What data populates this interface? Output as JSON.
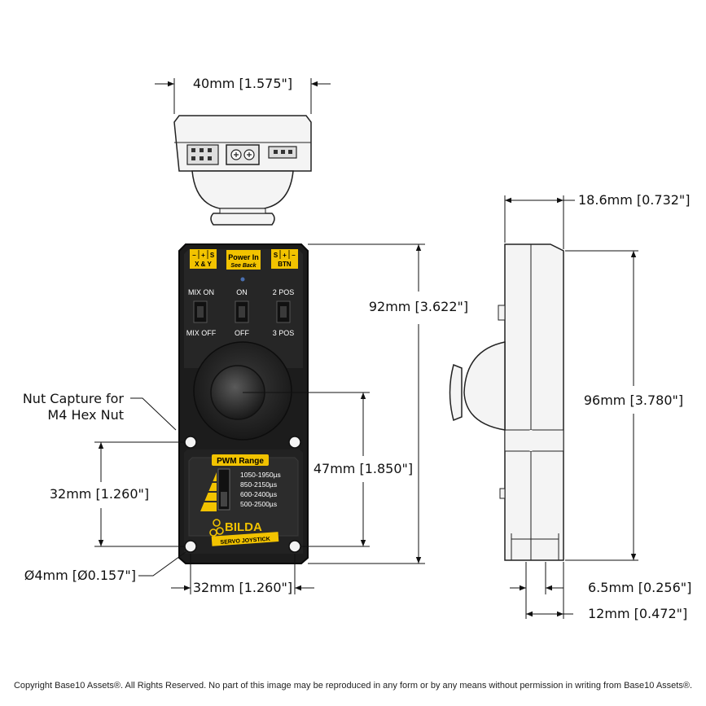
{
  "dimensions": {
    "width_top": "40mm [1.575\"]",
    "depth_side": "18.6mm [0.732\"]",
    "height_front": "92mm [3.622\"]",
    "height_side": "96mm [3.780\"]",
    "joystick_center": "47mm [1.850\"]",
    "hole_spacing_v": "32mm [1.260\"]",
    "hole_spacing_h": "32mm [1.260\"]",
    "hole_diameter": "Ø4mm [Ø0.157\"]",
    "side_small": "6.5mm [0.256\"]",
    "side_base": "12mm [0.472\"]"
  },
  "callout": {
    "line1": "Nut Capture for",
    "line2": "M4 Hex Nut"
  },
  "labels": {
    "xy_pins": [
      "–",
      "+",
      "S"
    ],
    "xy_label": "X & Y",
    "power_title": "Power In",
    "power_sub": "See Back",
    "btn_pins": [
      "S",
      "+",
      "–"
    ],
    "btn_label": "BTN",
    "switch1_top": "MIX ON",
    "switch1_bottom": "MIX OFF",
    "switch2_top": "ON",
    "switch2_bottom": "OFF",
    "switch3_top": "2 POS",
    "switch3_bottom": "3 POS",
    "pwm_title": "PWM Range",
    "pwm_ranges": [
      "1050-1950µs",
      "850-2150µs",
      "600-2400µs",
      "500-2500µs"
    ],
    "brand": "BILDA",
    "product": "SERVO JOYSTICK"
  },
  "copyright": "Copyright Base10 Assets®.  All Rights Reserved. No part of this image may be reproduced in any form or by any means without permission in writing from Base10 Assets®.",
  "colors": {
    "housing": "#1c1c1c",
    "panel": "#2a2a2a",
    "accent_yellow": "#f2c300",
    "line": "#111111"
  }
}
